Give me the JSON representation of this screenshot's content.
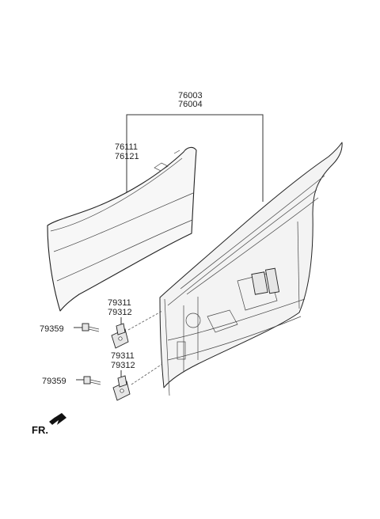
{
  "labels": {
    "assembly_a": "76003",
    "assembly_b": "76004",
    "panel_a": "76111",
    "panel_b": "76121",
    "hinge_upper_a": "79311",
    "hinge_upper_b": "79312",
    "hinge_lower_a": "79311",
    "hinge_lower_b": "79312",
    "bolt_upper": "79359",
    "bolt_lower": "79359",
    "front": "FR."
  }
}
